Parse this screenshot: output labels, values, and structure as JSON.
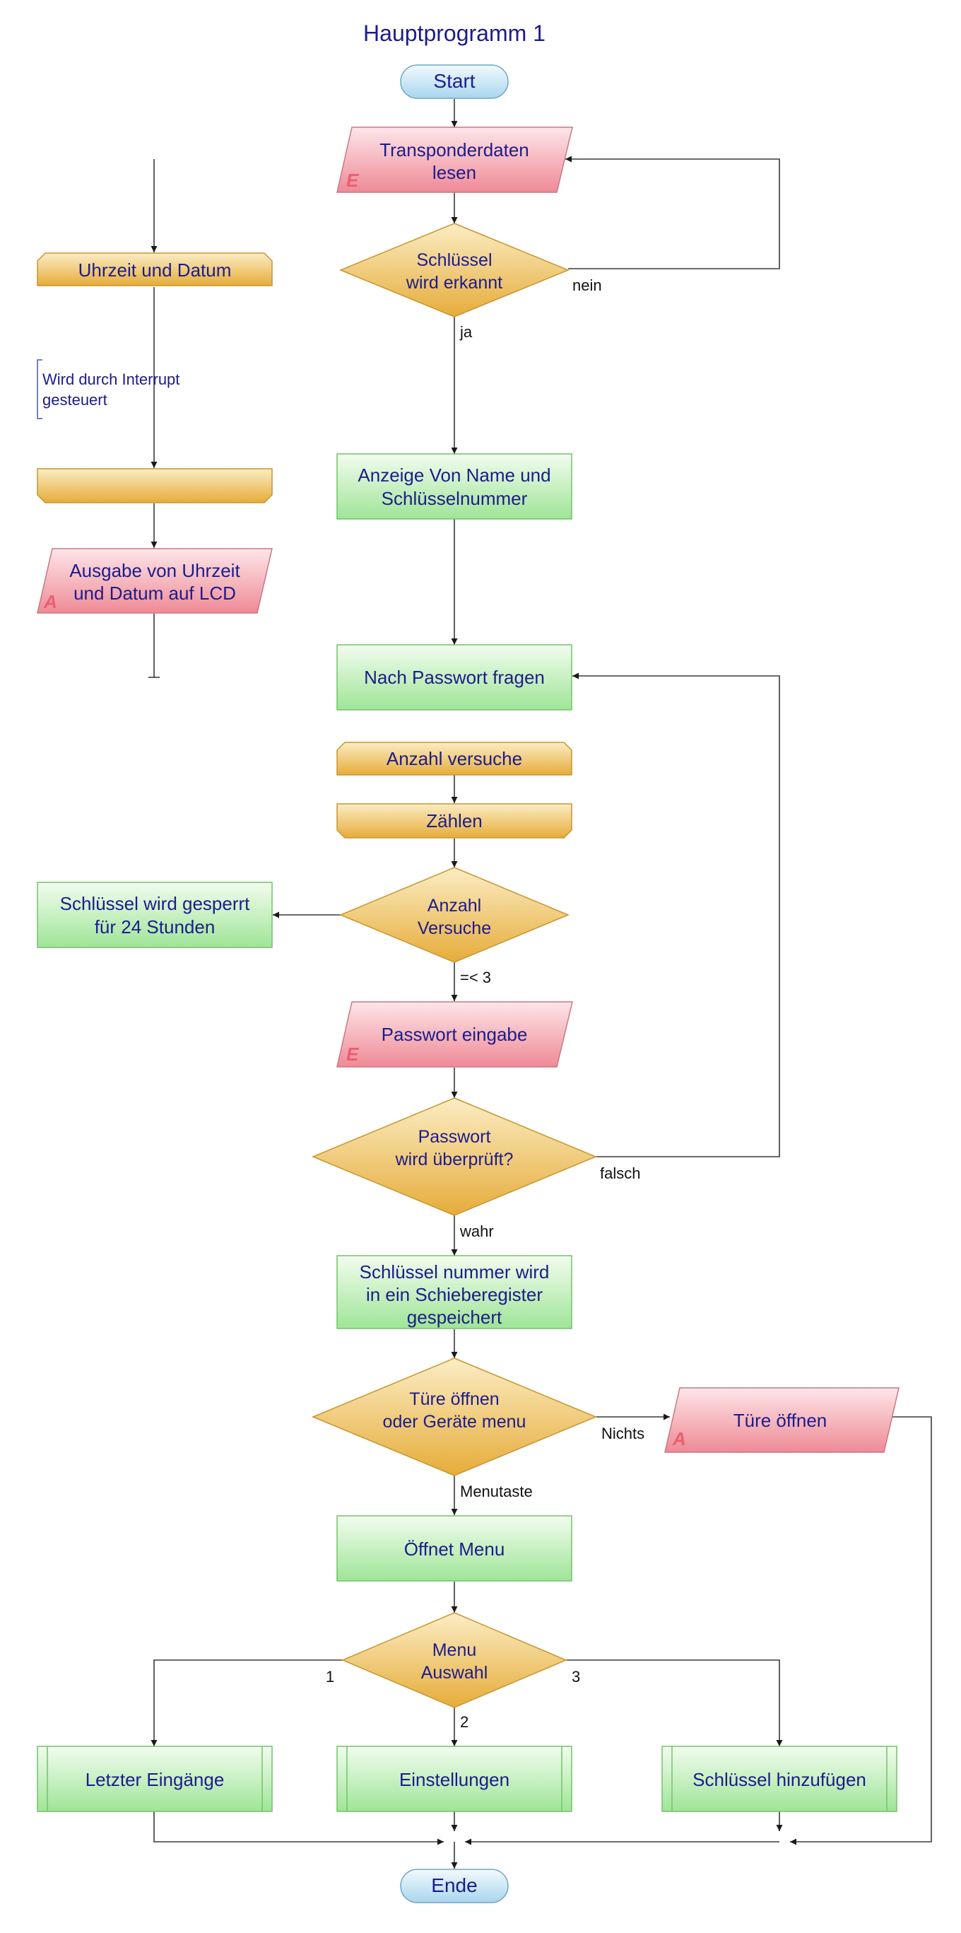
{
  "title": "Hauptprogramm 1",
  "start": "Start",
  "end": "Ende",
  "main": {
    "read_transponder": [
      "Transponderdaten",
      "lesen"
    ],
    "key_recognized": [
      "Schlüssel",
      "wird erkannt"
    ],
    "show_name": [
      "Anzeige Von Name und",
      "Schlüsselnummer"
    ],
    "ask_password": "Nach Passwort fragen",
    "attempts_loop_start": "Anzahl versuche",
    "count": "Zählen",
    "attempts_check": [
      "Anzahl",
      "Versuche"
    ],
    "key_locked": [
      "Schlüssel wird gesperrt",
      "für 24 Stunden"
    ],
    "password_input": "Passwort eingabe",
    "password_check": [
      "Passwort",
      "wird überprüft?"
    ],
    "store_key": [
      "Schlüssel nummer wird",
      "in ein Schieberegister",
      "gespeichert"
    ],
    "door_or_menu": [
      "Türe öffnen",
      "oder Geräte menu"
    ],
    "open_door": "Türe öffnen",
    "open_menu": "Öffnet Menu",
    "menu_choice": [
      "Menu",
      "Auswahl"
    ],
    "last_entries": "Letzter Eingänge",
    "settings": "Einstellungen",
    "add_key": "Schlüssel hinzufügen"
  },
  "side": {
    "clock_loop_start": "Uhrzeit und Datum",
    "interrupt_note": [
      "Wird durch Interrupt",
      "gesteuert"
    ],
    "lcd_output": [
      "Ausgabe von Uhrzeit",
      "und Datum auf LCD"
    ]
  },
  "edges": {
    "nein": "nein",
    "ja": "ja",
    "le3": "=< 3",
    "falsch": "falsch",
    "wahr": "wahr",
    "nichts": "Nichts",
    "menutaste": "Menutaste",
    "one": "1",
    "two": "2",
    "three": "3"
  },
  "io_markers": {
    "input": "E",
    "output": "A"
  },
  "colors": {
    "title": "#1c1c8c",
    "process_green": "#c8f0c0",
    "io_red": "#f4a8b0",
    "decision_gold": "#f0c870",
    "terminal_blue": "#cde8f4",
    "io_letter": "#e86070"
  }
}
